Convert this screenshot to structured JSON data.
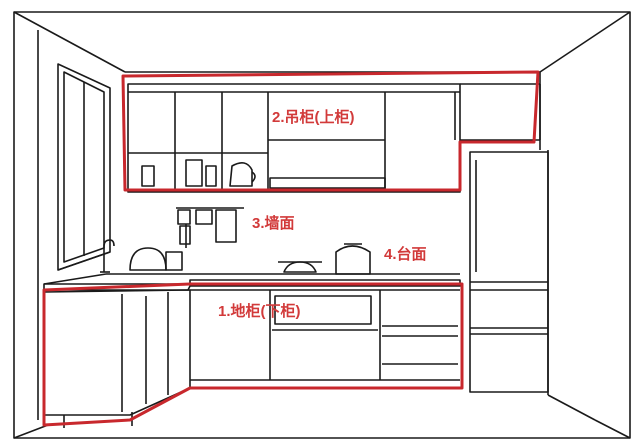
{
  "labels": {
    "upper_cabinet": "2.吊柜(上柜)",
    "wall": "3.墙面",
    "countertop": "4.台面",
    "base_cabinet": "1.地柜(下柜)"
  },
  "colors": {
    "line": "#1a1a1a",
    "highlight": "#c8282d",
    "label": "#d23a3a",
    "background": "#ffffff"
  }
}
